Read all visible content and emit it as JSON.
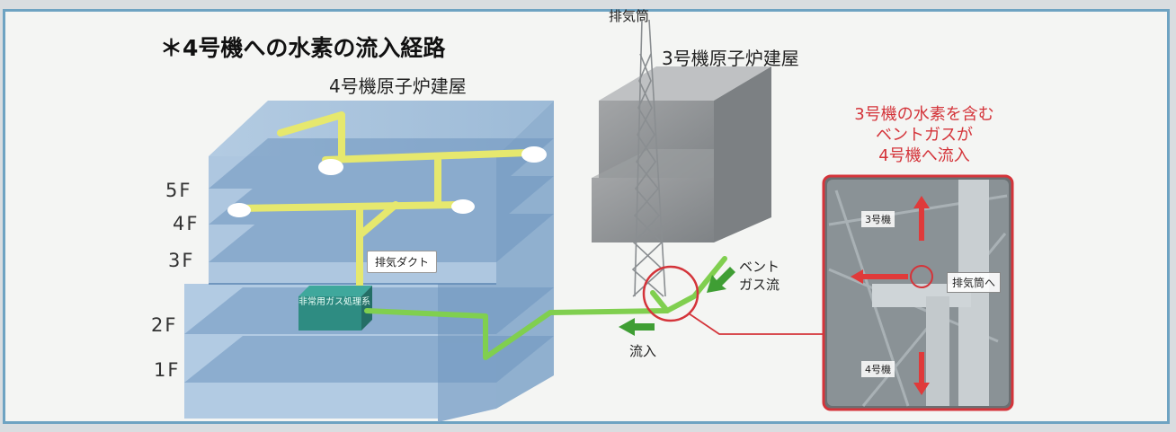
{
  "title": "＊4号機への水素の流入経路",
  "labels": {
    "building4": "4号機原子炉建屋",
    "building3": "3号機原子炉建屋",
    "stack": "排気筒",
    "duct": "排気ダクト",
    "equipment": "非常用ガス処理系",
    "vent_gas_flow": "ベント\nガス流",
    "inflow": "流入",
    "note": "3号機の水素を含む\nベントガスが\n4号機へ流入",
    "photo_unit3": "3号機",
    "photo_unit4": "4号機",
    "photo_to_stack": "排気筒へ"
  },
  "floors": [
    "5F",
    "4F",
    "3F",
    "2F",
    "1F"
  ],
  "colors": {
    "building4": "#8fb3d6",
    "building3": "#8d9194",
    "duct": "#e8e870",
    "vent_pipe": "#7ccf4a",
    "callout": "#d4343a",
    "equipment": "#2e8c82"
  }
}
